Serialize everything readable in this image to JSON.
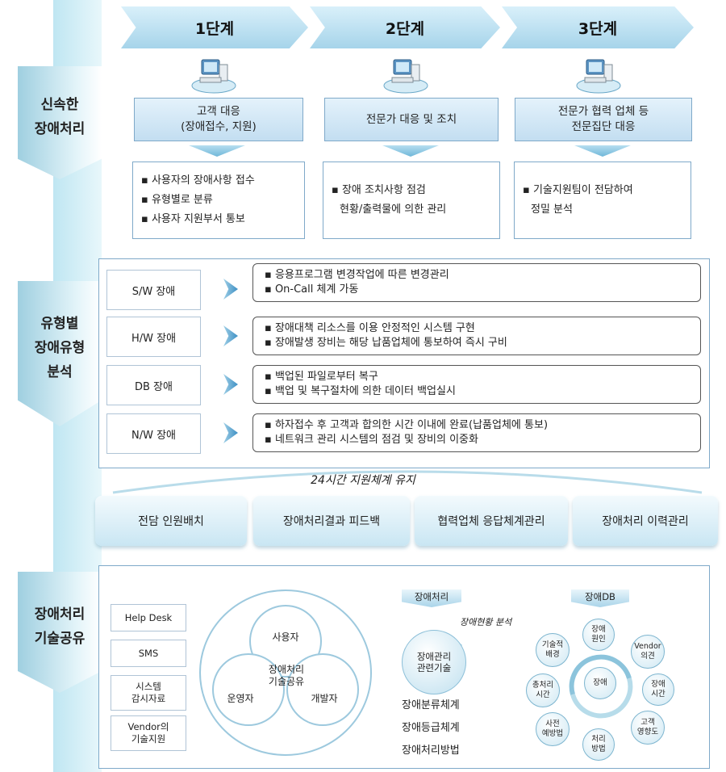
{
  "left_sections": [
    {
      "label_line1": "신속한",
      "label_line2": "장애처리"
    },
    {
      "label_line1": "유형별",
      "label_line2": "장애유형",
      "label_line3": "분석"
    },
    {
      "label_line1": "장애처리",
      "label_line2": "기술공유"
    }
  ],
  "stages": [
    {
      "title": "1단계",
      "header_line1": "고객 대응",
      "header_line2": "(장애접수, 지원)",
      "items": [
        "▪ 사용자의 장애사항 접수",
        "▪ 유형별로 분류",
        "▪ 사용자 지원부서 통보"
      ]
    },
    {
      "title": "2단계",
      "header_line1": "전문가 대응 및 조치",
      "header_line2": "",
      "items": [
        "▪ 장애 조치사항 점검",
        "현황/출력물에 의한 관리"
      ]
    },
    {
      "title": "3단계",
      "header_line1": "전문가 협력 업체 등",
      "header_line2": "전문집단 대응",
      "items": [
        "▪ 기술지원팀이 전담하여",
        "정밀 분석"
      ]
    }
  ],
  "failure_types": [
    {
      "name": "S/W 장애",
      "lines": [
        "▪  응용프로그램 변경작업에 따른 변경관리",
        "▪  On-Call 체계 가동"
      ]
    },
    {
      "name": "H/W 장애",
      "lines": [
        "▪  장애대책 리소스를 이용 안정적인 시스템 구현",
        "▪  장애발생 장비는 해당 납품업체에 통보하여 즉시 구비"
      ]
    },
    {
      "name": "DB 장애",
      "lines": [
        "▪  백업된 파일로부터 복구",
        "▪  백업 및 복구절차에 의한 데이터 백업실시"
      ]
    },
    {
      "name": "N/W 장애",
      "lines": [
        "▪  하자접수 후 고객과 합의한 시간 이내에 완료(납품업체에 통보)",
        "▪  네트워크 관리 시스템의 점검 및 장비의 이중화"
      ]
    }
  ],
  "support_caption": "24시간 지원체계 유지",
  "support_items": [
    "전담 인원배치",
    "장애처리결과 피드백",
    "협력업체 응답체계관리",
    "장애처리 이력관리"
  ],
  "knowledge": {
    "sources": [
      "Help Desk",
      "SMS",
      "시스템\n감시자료",
      "Vendor의\n기술지원"
    ],
    "venn": {
      "top": "사용자",
      "left": "운영자",
      "right": "개발자",
      "center": "장애처리\n기술공유"
    },
    "processing_tag": "장애처리",
    "analysis_caption": "장애현황 분석",
    "core_circle": "장애관리\n관련기술",
    "methods": [
      "장애분류체계",
      "장애등급체계",
      "장애처리방법"
    ],
    "db_tag": "장애DB",
    "db_center": "장애",
    "db_nodes": [
      "장애\n원인",
      "Vendor\n의견",
      "장애\n시간",
      "고객\n영향도",
      "처리\n방법",
      "사전\n예방법",
      "총처리\n시간",
      "기술적\n배경"
    ]
  }
}
